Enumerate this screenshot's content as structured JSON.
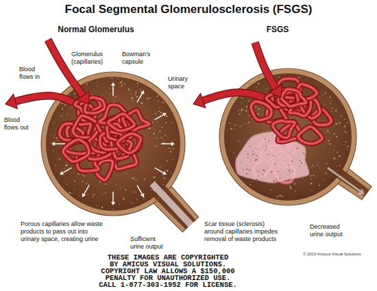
{
  "diagram": {
    "title": "Focal Segmental Glomerulosclerosis (FSGS)",
    "labels": [
      "Normal Glomerulus",
      "FSGS",
      "Blood flows in",
      "Glomerulus (capillaries)",
      "Bowman's capsule",
      "Urinary space",
      "Blood flows out",
      "Porous capillaries allow waste products to pass out into urinary space, creating urine",
      "Sufficient urine output",
      "THESE IMAGES ARE COPYRIGHTED",
      "BY AMICUS VISUAL SOLUTIONS.",
      "COPYRIGHT LAW ALLOWS A $150,000",
      "PENALTY FOR UNAUTHORIZED USE.",
      "CALL 1-877-303-1952 FOR LICENSE.",
      "Scar tissue (sclerosis) around capillaries impedes removal of waste products",
      "Decreased urine output",
      "© 2013 Amicus Visual Solutions"
    ]
  }
}
